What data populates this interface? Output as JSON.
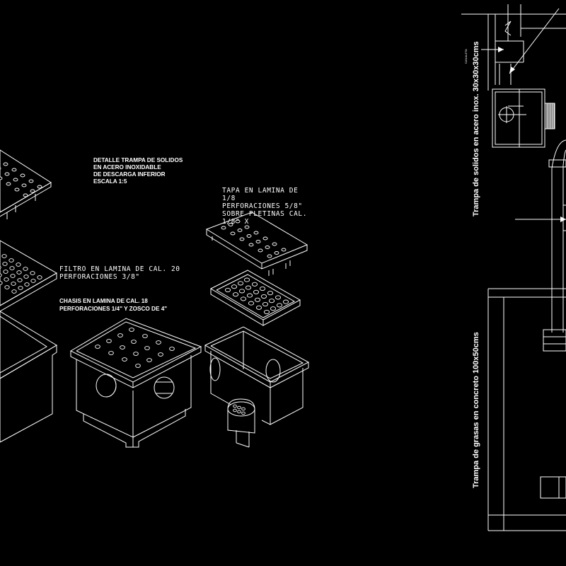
{
  "title_block": {
    "lines": [
      "DETALLE TRAMPA DE SOLIDOS",
      "EN ACERO INOXIDABLE",
      "DE DESCARGA INFERIOR",
      "ESCALA 1:5"
    ]
  },
  "labels": {
    "tapa": [
      "TAPA  EN LAMINA DE",
      "1/8",
      "PERFORACIONES 5/8\"",
      "SOBRE PLETINAS CAL.",
      "1/8\" X"
    ],
    "filtro": [
      "FILTRO  EN LAMINA DE CAL. 20",
      "PERFORACIONES 3/8\""
    ],
    "chasis": [
      "CHASIS  EN LAMINA DE CAL. 18",
      "PERFORACIONES 1/4\" Y ZOSCO DE 4\""
    ]
  },
  "section_labels": {
    "solidos": "Trampa de solidos en acero inox. 30x30x30cms",
    "grasas": "Trampa de grasas en concreto 100x50cms",
    "tiny": "CANALETA"
  },
  "colors": {
    "background": "#000000",
    "lines": "#ffffff"
  }
}
